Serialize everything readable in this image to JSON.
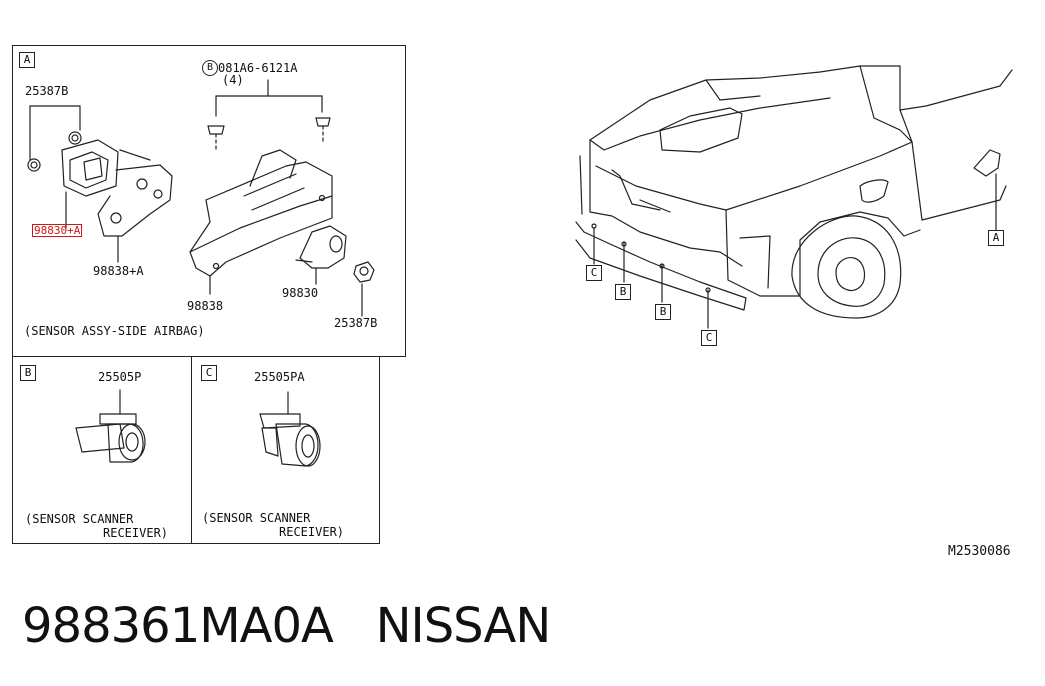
{
  "panel_a": {
    "tag": "A",
    "bolt_spec": "081A6-6121A",
    "bolt_prefix": "B",
    "bolt_qty": "(4)",
    "part_nut_top": "25387B",
    "part_highlight": "98830+A",
    "part_bracket_side": "98838+A",
    "part_bracket": "98838",
    "part_sensor": "98830",
    "part_nut_bottom": "25387B",
    "caption": "(SENSOR ASSY-SIDE AIRBAG)"
  },
  "panel_b": {
    "tag": "B",
    "part": "25505P",
    "caption_line1": "(SENSOR SCANNER",
    "caption_line2": "RECEIVER)"
  },
  "panel_c": {
    "tag": "C",
    "part": "25505PA",
    "caption_line1": "(SENSOR SCANNER",
    "caption_line2": "RECEIVER)"
  },
  "vehicle": {
    "callouts": [
      "C",
      "B",
      "B",
      "C",
      "A"
    ]
  },
  "diagram_code": "M2530086",
  "title": {
    "part_number": "988361MA0A",
    "brand": "NISSAN"
  },
  "colors": {
    "highlight": "#d01818",
    "line": "#222222"
  }
}
